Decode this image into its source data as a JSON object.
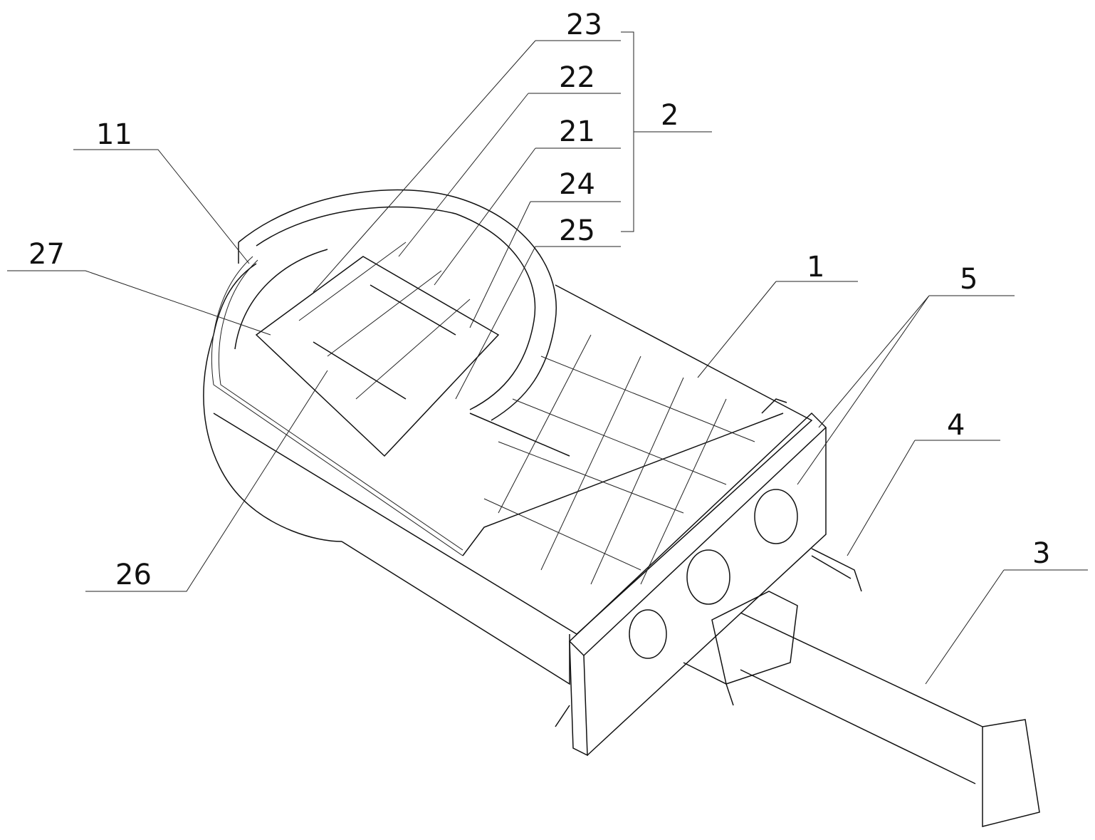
{
  "figure": {
    "labels": {
      "l23": "23",
      "l22": "22",
      "l21": "21",
      "l24": "24",
      "l25": "25",
      "l2": "2",
      "l11": "11",
      "l27": "27",
      "l1": "1",
      "l5": "5",
      "l4": "4",
      "l3": "3",
      "l26": "26"
    },
    "line_color": "#111111",
    "background": "#ffffff"
  }
}
